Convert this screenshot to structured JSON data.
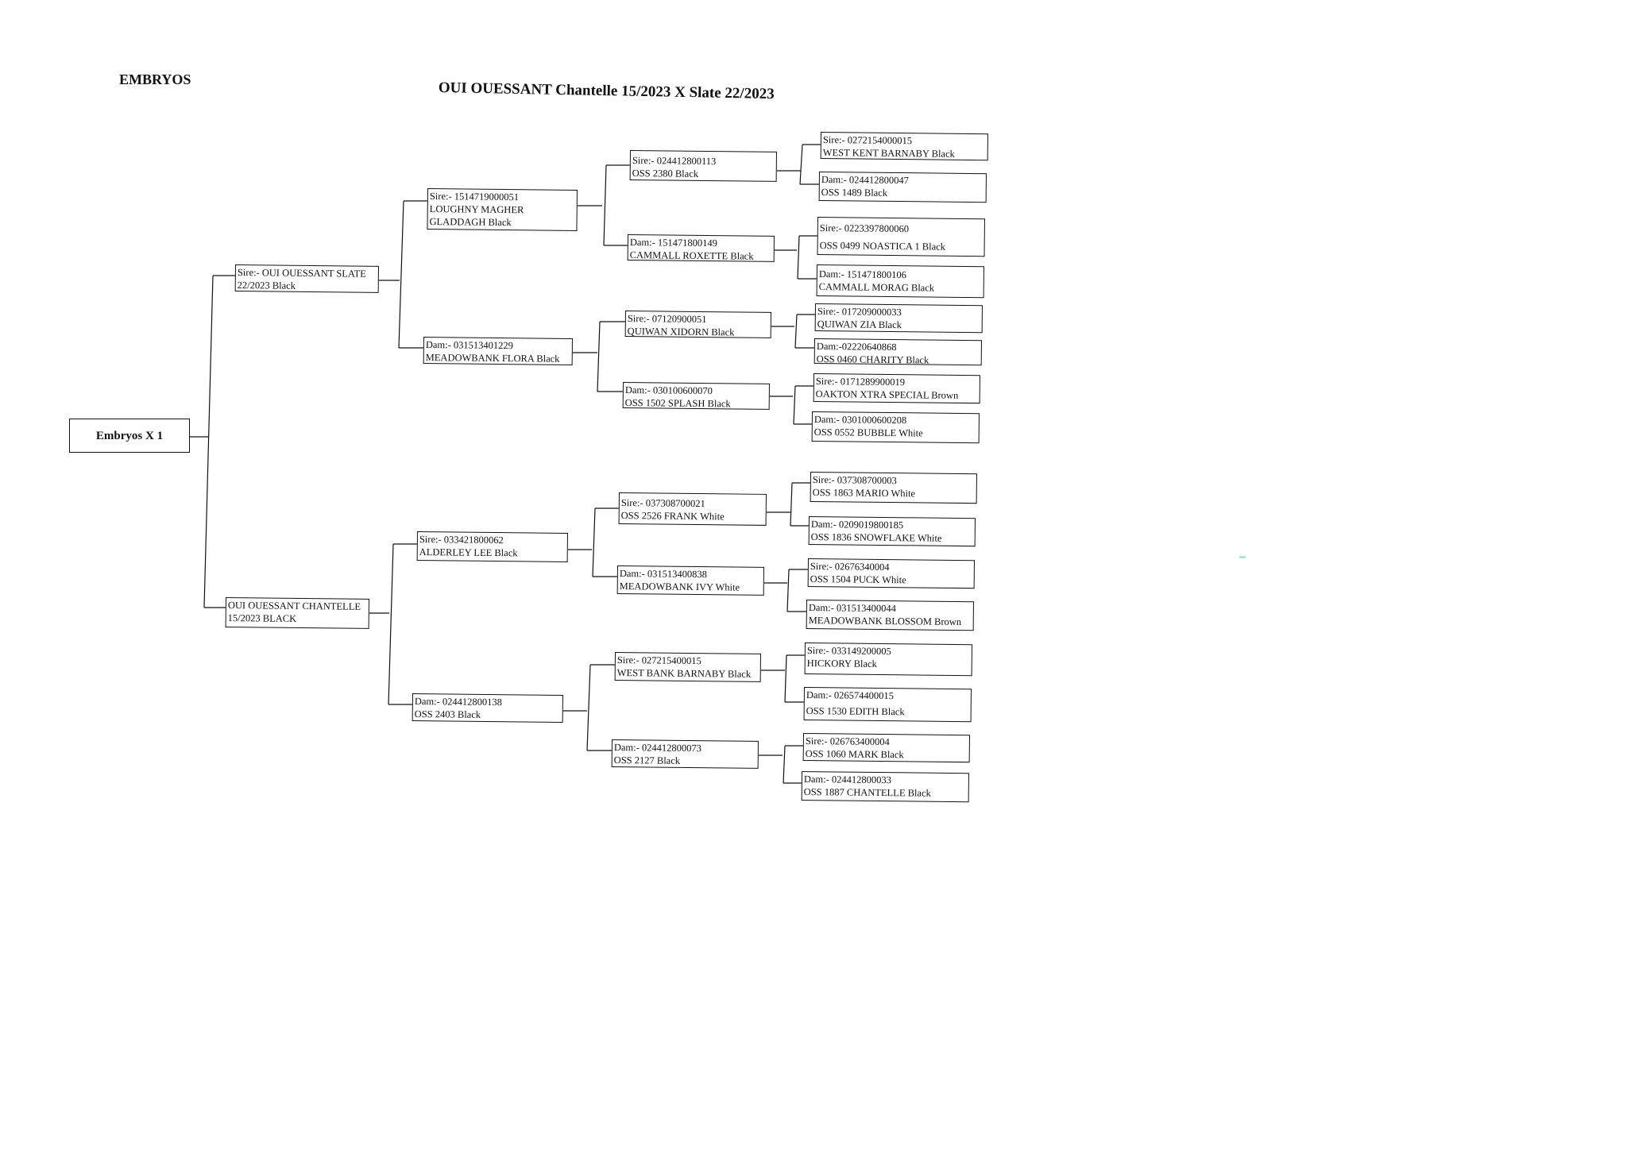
{
  "label": "EMBRYOS",
  "title": "OUI OUESSANT  Chantelle 15/2023 X Slate 22/2023",
  "root": "Embryos X 1",
  "parents": {
    "sire": "Sire:- OUI OUESSANT SLATE 22/2023  Black",
    "dam": "OUI OUESSANT CHANTELLE 15/2023 BLACK"
  },
  "grandparents": {
    "sire_sire": {
      "l1": "Sire:- 1514719000051",
      "l2": "LOUGHNY MAGHER",
      "l3": "GLADDAGH  Black"
    },
    "sire_dam": {
      "l1": "Dam:- 031513401229",
      "l2": "MEADOWBANK FLORA  Black"
    },
    "dam_sire": {
      "l1": "Sire:- 033421800062",
      "l2": "ALDERLEY LEE Black"
    },
    "dam_dam": {
      "l1": "Dam:- 024412800138",
      "l2": "OSS 2403  Black"
    }
  },
  "great_grandparents": [
    {
      "l1": "Sire:- 024412800113",
      "l2": "OSS 2380  Black"
    },
    {
      "l1": "Dam:- 151471800149",
      "l2": "CAMMALL ROXETTE Black"
    },
    {
      "l1": "Sire:- 07120900051",
      "l2": "QUIWAN XIDORN  Black"
    },
    {
      "l1": "Dam:- 030100600070",
      "l2": "OSS 1502 SPLASH  Black"
    },
    {
      "l1": "Sire:-  037308700021",
      "l2": "OSS 2526 FRANK   White"
    },
    {
      "l1": "Dam:- 031513400838",
      "l2": "MEADOWBANK IVY White"
    },
    {
      "l1": "Sire:- 027215400015",
      "l2": "WEST BANK BARNABY  Black"
    },
    {
      "l1": "Dam:- 024412800073",
      "l2": "OSS 2127 Black"
    }
  ],
  "great_great_grandparents": [
    {
      "l1": "Sire:- 0272154000015",
      "l2": "WEST KENT BARNABY Black"
    },
    {
      "l1": "Dam:- 024412800047",
      "l2": "OSS 1489 Black"
    },
    {
      "l1": "Sire:- 0223397800060",
      "l2": "OSS 0499 NOASTICA 1 Black"
    },
    {
      "l1": "Dam:- 151471800106",
      "l2": "CAMMALL MORAG  Black"
    },
    {
      "l1": "Sire:- 017209000033",
      "l2": "QUIWAN ZIA  Black"
    },
    {
      "l1": "Dam:-02220640868",
      "l2": "OSS 0460 CHARITY  Black"
    },
    {
      "l1": "Sire:- 0171289900019",
      "l2": "OAKTON XTRA SPECIAL  Brown"
    },
    {
      "l1": "Dam:- 0301000600208",
      "l2": "OSS 0552 BUBBLE  White"
    },
    {
      "l1": "Sire:- 037308700003",
      "l2": "OSS 1863 MARIO White"
    },
    {
      "l1": "Dam:- 0209019800185",
      "l2": "OSS 1836  SNOWFLAKE  White"
    },
    {
      "l1": "Sire:- 02676340004",
      "l2": "OSS 1504 PUCK White"
    },
    {
      "l1": "Dam:-  031513400044",
      "l2": "MEADOWBANK BLOSSOM Brown"
    },
    {
      "l1": "Sire:- 033149200005",
      "l2": "HICKORY  Black"
    },
    {
      "l1": "Dam:-  026574400015",
      "l2": "OSS 1530  EDITH Black"
    },
    {
      "l1": "Sire:- 026763400004",
      "l2": "OSS 1060 MARK Black"
    },
    {
      "l1": "Dam:- 024412800033",
      "l2": "OSS 1887 CHANTELLE  Black"
    }
  ]
}
